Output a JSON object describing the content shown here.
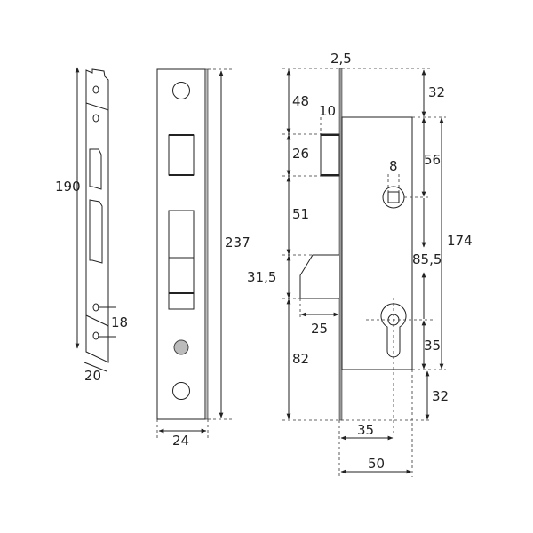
{
  "strike_plate": {
    "height": "190",
    "hole_spacing": "18",
    "width": "20"
  },
  "faceplate": {
    "height": "237",
    "width": "24"
  },
  "lock_body": {
    "plate_thickness": "2,5",
    "top_to_latch": "48",
    "latch_projection": "10",
    "latch_height": "26",
    "latch_to_bolt": "51",
    "bolt_height": "31,5",
    "bolt_projection": "25",
    "bolt_to_bottom": "82",
    "top_offset": "32",
    "spindle_offset": "56",
    "spindle_size": "8",
    "body_height": "174",
    "spindle_to_cylinder": "85,5",
    "cylinder_offset": "35",
    "bottom_offset": "32",
    "backset": "35",
    "body_depth": "50"
  },
  "colors": {
    "line": "#222222",
    "plate_edge": "#999999",
    "bolt_hole": "#bbbbbb"
  }
}
